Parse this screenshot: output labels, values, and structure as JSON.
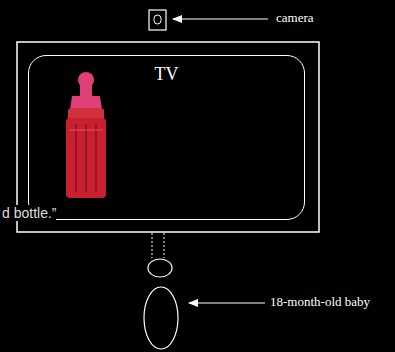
{
  "diagram": {
    "nodes": [
      {
        "text": [
          "TV"
        ]
      }
    ],
    "labels": [
      "camera",
      "18-month-old baby",
      "d bottle.”"
    ]
  }
}
